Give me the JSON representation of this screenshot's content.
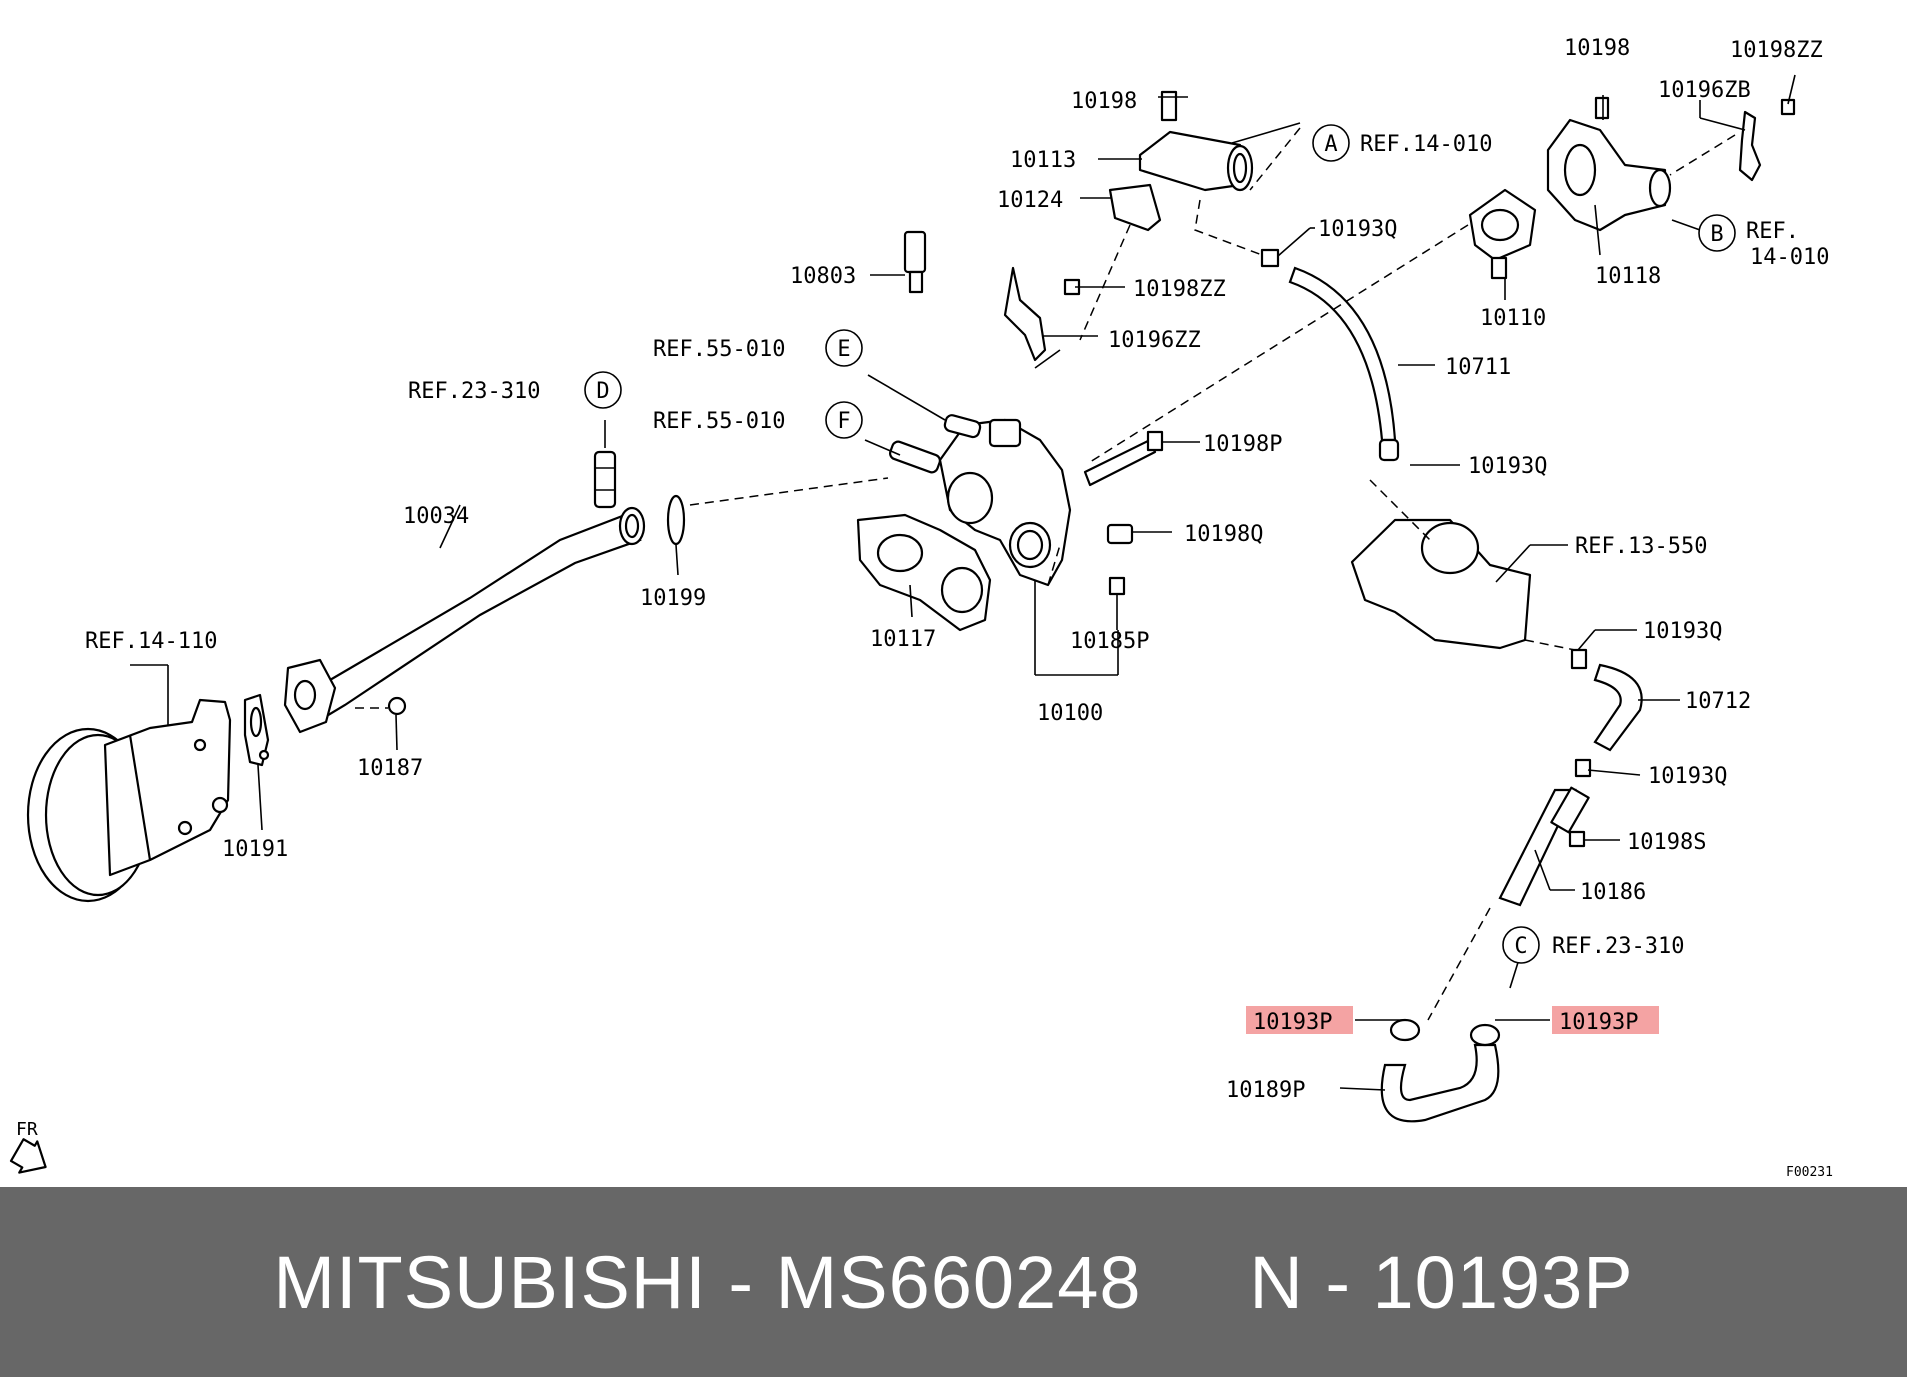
{
  "diagram": {
    "labels": {
      "p10198_a": "10198",
      "p10198_b": "10198",
      "p10198ZZ_a": "10198ZZ",
      "p10196ZB": "10196ZB",
      "p10113": "10113",
      "p10124": "10124",
      "p10803": "10803",
      "p10198ZZ_b": "10198ZZ",
      "p10196ZZ": "10196ZZ",
      "p10193Q_a": "10193Q",
      "p10110": "10110",
      "p10118": "10118",
      "p10711": "10711",
      "p10198P": "10198P",
      "p10193Q_b": "10193Q",
      "p10034": "10034",
      "p10199": "10199",
      "p10117": "10117",
      "p10198Q": "10198Q",
      "p10185P": "10185P",
      "p10100": "10100",
      "p10187": "10187",
      "p10191": "10191",
      "p10193Q_c": "10193Q",
      "p10712": "10712",
      "p10193Q_d": "10193Q",
      "p10198S": "10198S",
      "p10186": "10186",
      "p10193P_a": "10193P",
      "p10193P_b": "10193P",
      "p10189P": "10189P"
    },
    "refs": {
      "ref_a": "REF.14-010",
      "ref_b1": "REF.",
      "ref_b2": "14-010",
      "ref_e": "REF.55-010",
      "ref_f": "REF.55-010",
      "ref_d": "REF.23-310",
      "ref_13550": "REF.13-550",
      "ref_14110": "REF.14-110",
      "ref_c": "REF.23-310"
    },
    "callouts": {
      "a": "A",
      "b": "B",
      "c": "C",
      "d": "D",
      "e": "E",
      "f": "F"
    },
    "front_marker": "FR",
    "figure_code": "F00231",
    "highlight_color": "#f4a3a3"
  },
  "footer": {
    "brand": "MITSUBISHI",
    "part_number": "MS660248",
    "catalog_ref": "N - 10193P",
    "background": "#676767"
  }
}
